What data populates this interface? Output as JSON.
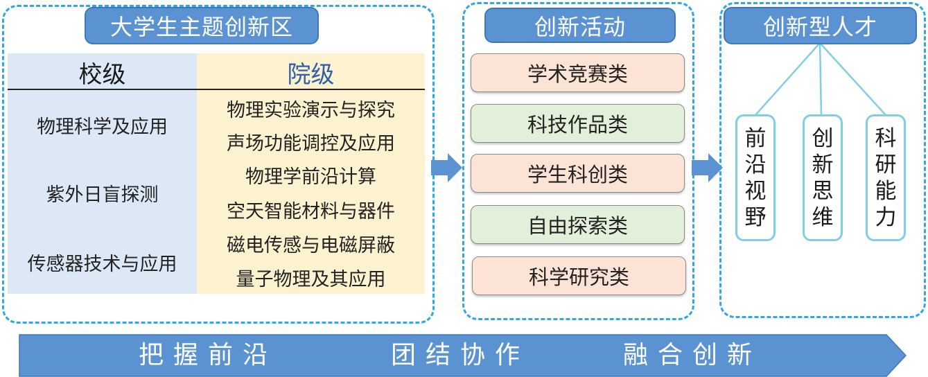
{
  "zone": {
    "title": "大学生主题创新区",
    "school_header": "校级",
    "college_header": "院级",
    "school_items": [
      "物理科学及应用",
      "紫外日盲探测",
      "传感器技术与应用"
    ],
    "college_items": [
      "物理实验演示与探究",
      "声场功能调控及应用",
      "物理学前沿计算",
      "空天智能材料与器件",
      "磁电传感与电磁屏蔽",
      "量子物理及其应用"
    ]
  },
  "activities": {
    "title": "创新活动",
    "items": [
      "学术竞赛类",
      "科技作品类",
      "学生科创类",
      "自由探索类",
      "科学研究类"
    ]
  },
  "talent": {
    "title": "创新型人才",
    "items": [
      [
        "前",
        "沿",
        "视",
        "野"
      ],
      [
        "创",
        "新",
        "思",
        "维"
      ],
      [
        "科",
        "研",
        "能",
        "力"
      ]
    ]
  },
  "banner": {
    "phrases": [
      "把握前沿",
      "团结协作",
      "融合创新"
    ]
  },
  "colors": {
    "title_fill": "#5b93d2",
    "dash_border": "#2fa6e6",
    "school_column": "#dde8f6",
    "college_column": "#fdf2d0",
    "peach": "#fbe4d5",
    "green": "#e2efd9",
    "banner_fill": "#5b93d2"
  }
}
